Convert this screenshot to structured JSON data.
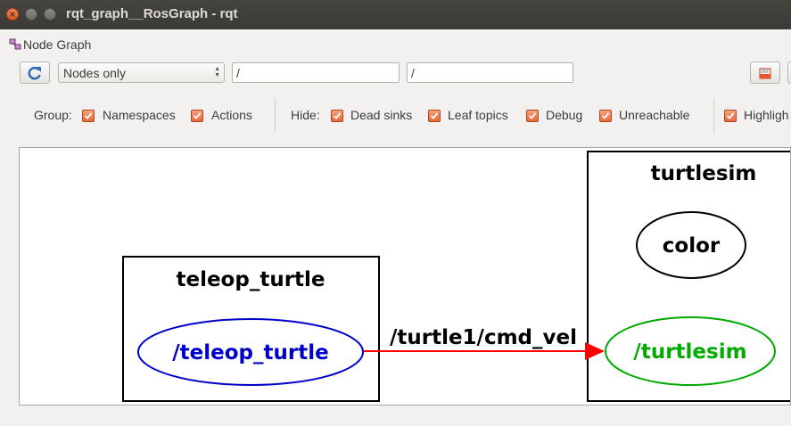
{
  "window": {
    "title": "rqt_graph__RosGraph - rqt"
  },
  "dock": {
    "title": "Node Graph"
  },
  "toolbar": {
    "view_mode": "Nodes only",
    "node_filter": "/",
    "topic_filter": "/"
  },
  "options": {
    "group_label": "Group:",
    "group": [
      {
        "label": "Namespaces",
        "checked": true
      },
      {
        "label": "Actions",
        "checked": true
      }
    ],
    "hide_label": "Hide:",
    "hide": [
      {
        "label": "Dead sinks",
        "checked": true
      },
      {
        "label": "Leaf topics",
        "checked": true
      },
      {
        "label": "Debug",
        "checked": true
      },
      {
        "label": "Unreachable",
        "checked": true
      }
    ],
    "highlight": {
      "label": "Highligh",
      "checked": true
    }
  },
  "graph": {
    "namespaces": [
      {
        "label": "teleop_turtle"
      },
      {
        "label": "turtlesim"
      }
    ],
    "nodes": [
      {
        "label": "/teleop_turtle",
        "color": "#0000cc"
      },
      {
        "label": "color",
        "color": "#000000"
      },
      {
        "label": "/turtlesim",
        "color": "#00aa00"
      }
    ],
    "edge": {
      "label": "/turtle1/cmd_vel",
      "color": "#ff0000"
    }
  }
}
